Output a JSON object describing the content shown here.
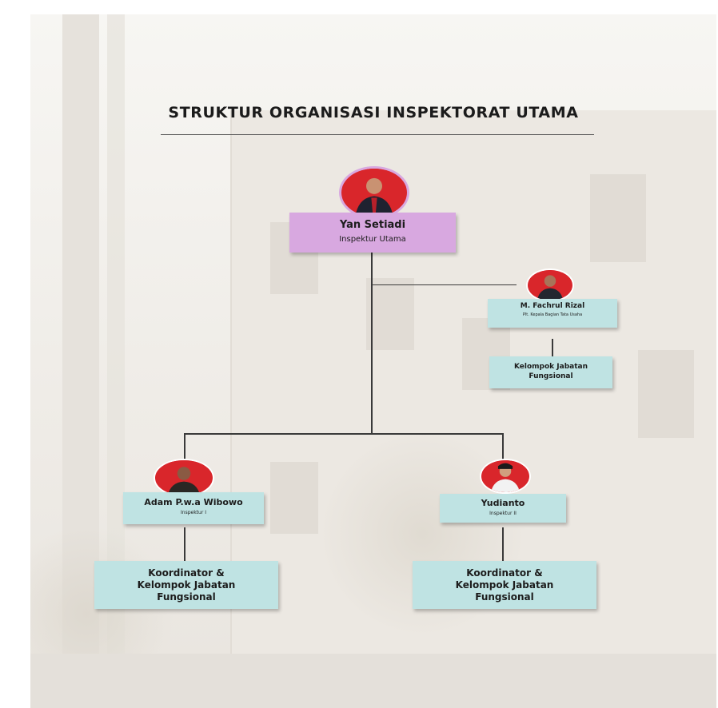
{
  "title": "STRUKTUR ORGANISASI INSPEKTORAT UTAMA",
  "colors": {
    "head_box": "#d8a8e0",
    "sub_box": "#bfe3e3",
    "photo_bg": "#d9262b",
    "connector": "#3a3a3a"
  },
  "head": {
    "name": "Yan Setiadi",
    "role": "Inspektur Utama"
  },
  "admin": {
    "name": "M. Fachrul Rizal",
    "role": "Plt. Kepala Bagian Tata Usaha",
    "group": "Kelompok Jabatan Fungsional"
  },
  "inspector1": {
    "name": "Adam P.w.a Wibowo",
    "role": "Inspektur I",
    "group": "Koordinator & Kelompok Jabatan Fungsional"
  },
  "inspector2": {
    "name": "Yudianto",
    "role": "Inspektur II",
    "group": "Koordinator & Kelompok Jabatan Fungsional"
  },
  "icons": [
    "person-photo"
  ]
}
